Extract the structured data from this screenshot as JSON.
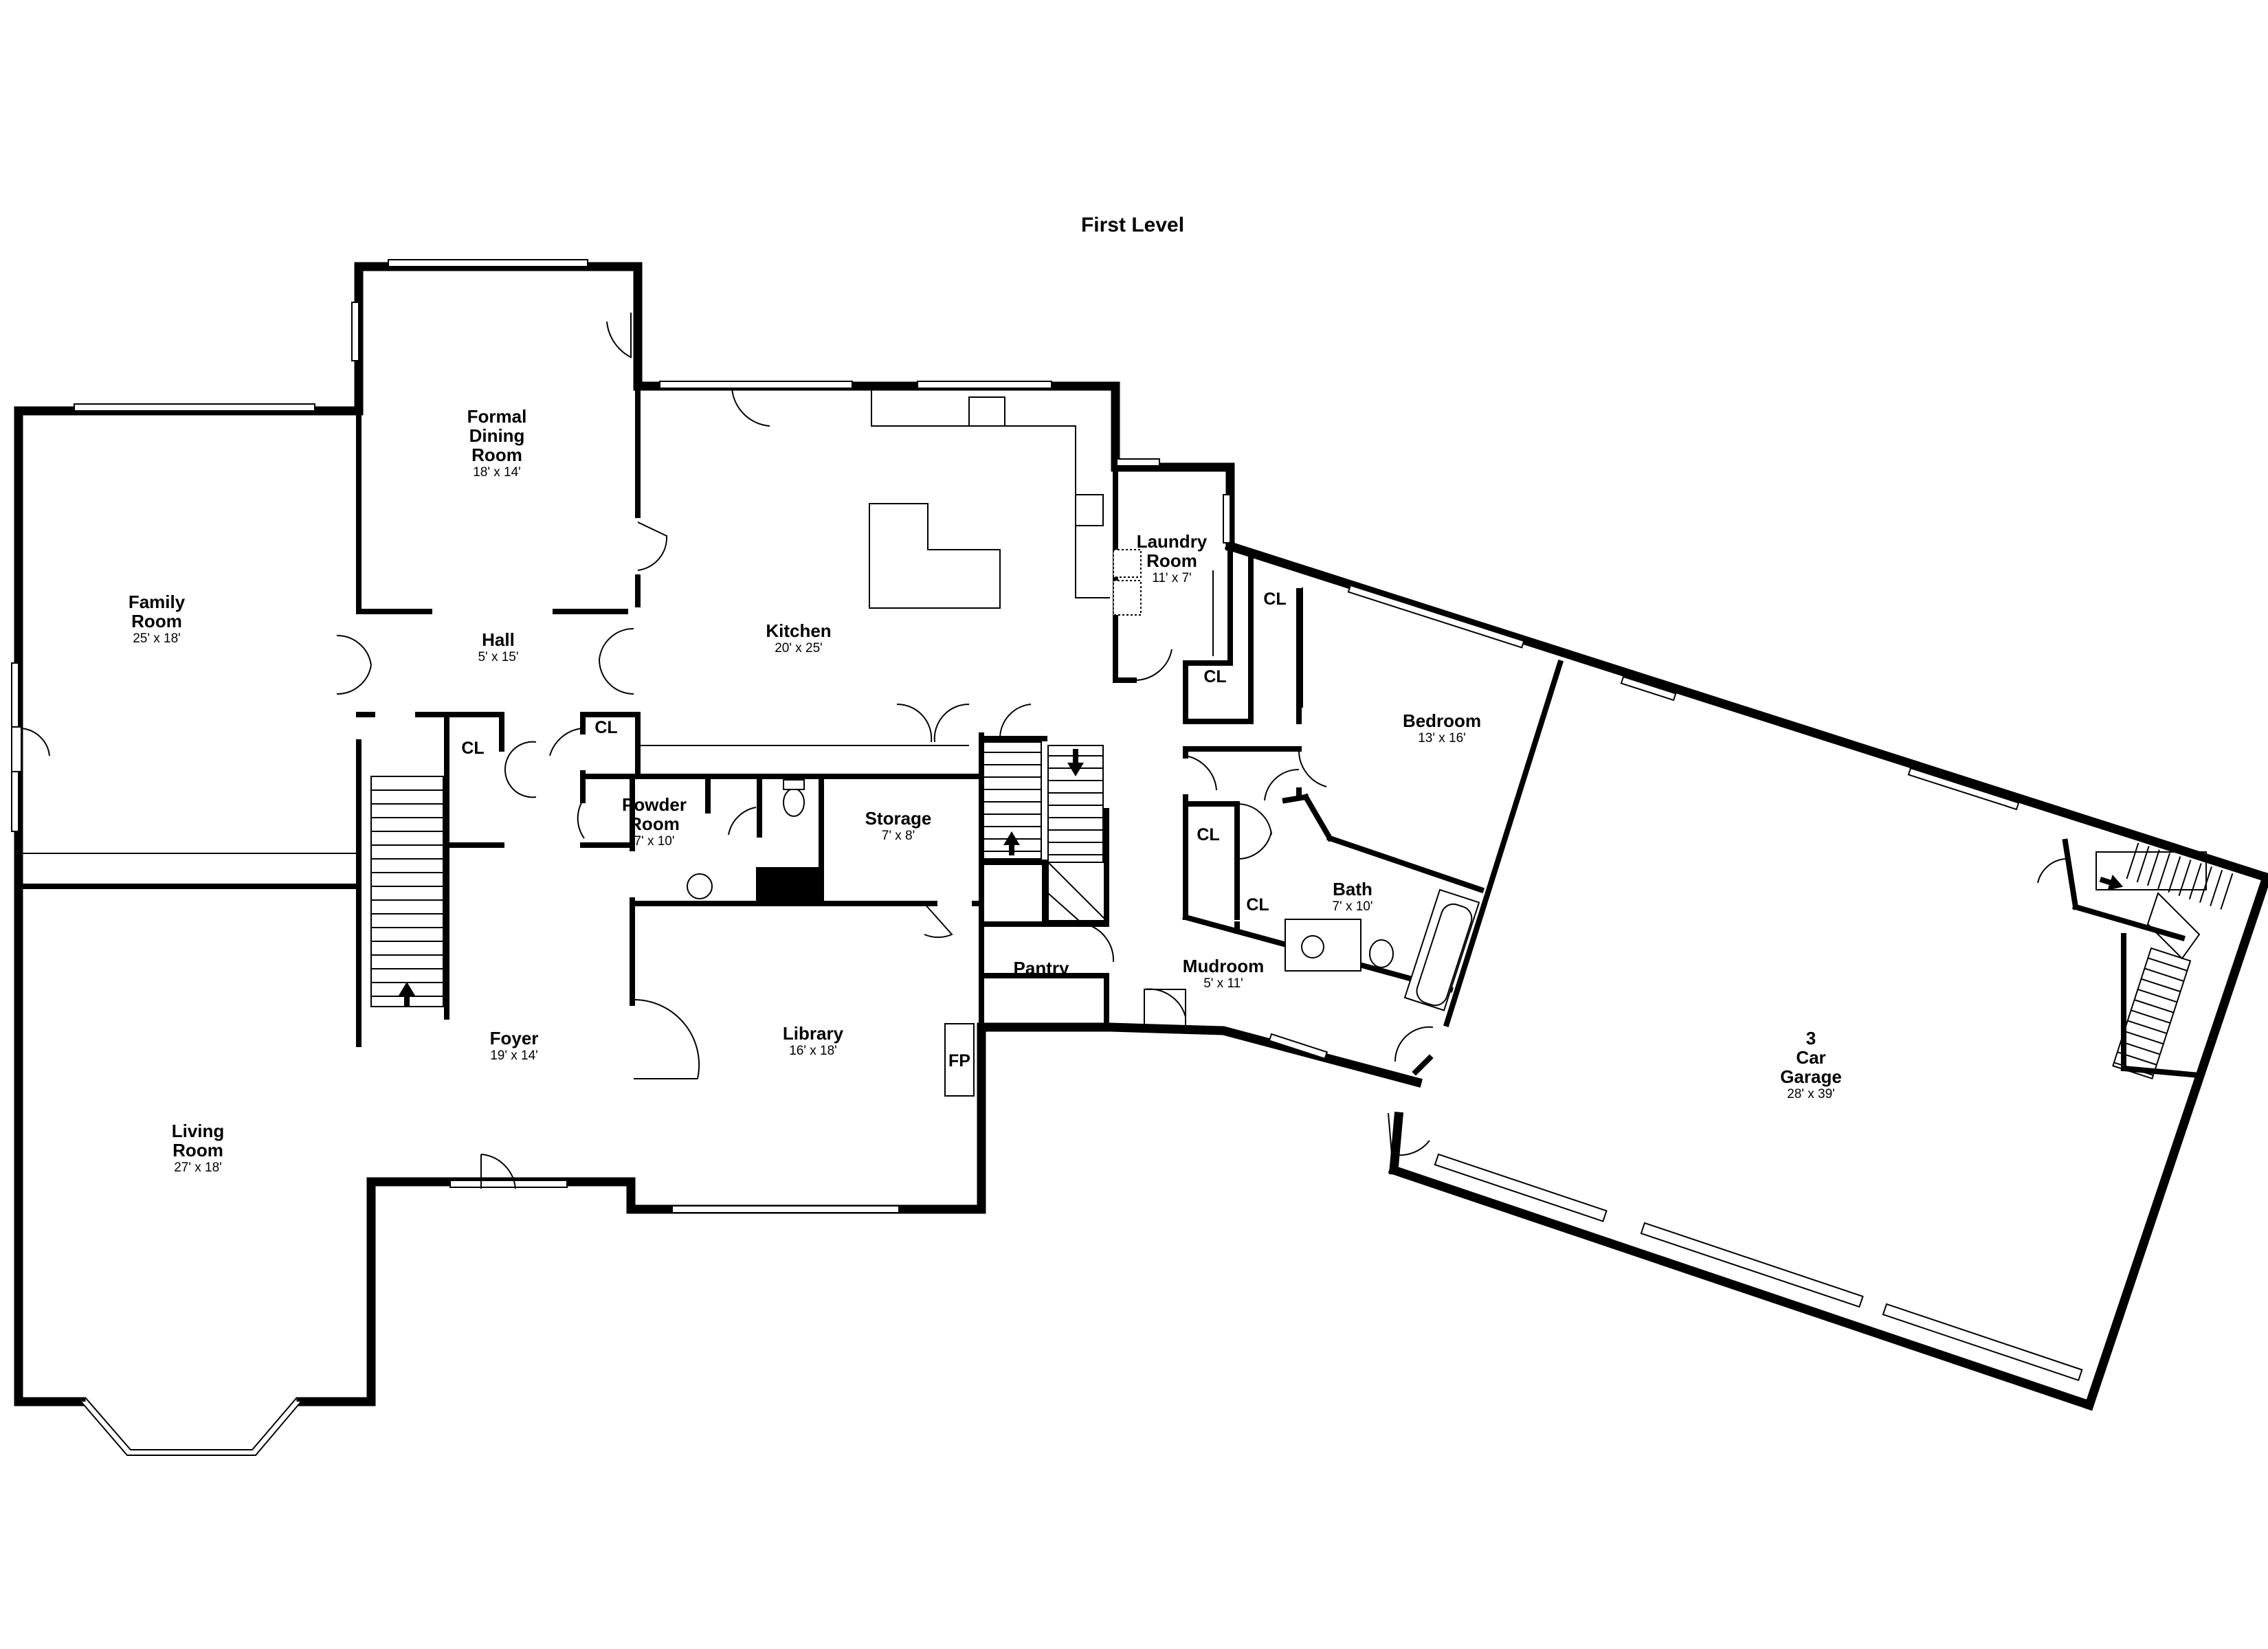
{
  "title": "First Level",
  "rooms": {
    "formal_dining": {
      "name": [
        "Formal",
        "Dining",
        "Room"
      ],
      "dims": "18' x 14'"
    },
    "family": {
      "name": [
        "Family",
        "Room"
      ],
      "dims": "25' x 18'"
    },
    "hall": {
      "name": [
        "Hall"
      ],
      "dims": "5' x 15'"
    },
    "kitchen": {
      "name": [
        "Kitchen"
      ],
      "dims": "20' x 25'"
    },
    "laundry": {
      "name": [
        "Laundry",
        "Room"
      ],
      "dims": "11' x 7'"
    },
    "bedroom": {
      "name": [
        "Bedroom"
      ],
      "dims": "13' x 16'"
    },
    "powder": {
      "name": [
        "Powder",
        "Room"
      ],
      "dims": "7' x 10'"
    },
    "storage": {
      "name": [
        "Storage"
      ],
      "dims": "7' x 8'"
    },
    "bath": {
      "name": [
        "Bath"
      ],
      "dims": "7' x 10'"
    },
    "pantry": {
      "name": [
        "Pantry"
      ],
      "dims": ""
    },
    "mudroom": {
      "name": [
        "Mudroom"
      ],
      "dims": "5' x 11'"
    },
    "foyer": {
      "name": [
        "Foyer"
      ],
      "dims": "19' x 14'"
    },
    "library": {
      "name": [
        "Library"
      ],
      "dims": "16' x 18'"
    },
    "living": {
      "name": [
        "Living",
        "Room"
      ],
      "dims": "27' x 18'"
    },
    "garage": {
      "name": [
        "3",
        "Car",
        "Garage"
      ],
      "dims": "28' x 39'"
    }
  },
  "closet_label": "CL",
  "fireplace_label": "FP"
}
